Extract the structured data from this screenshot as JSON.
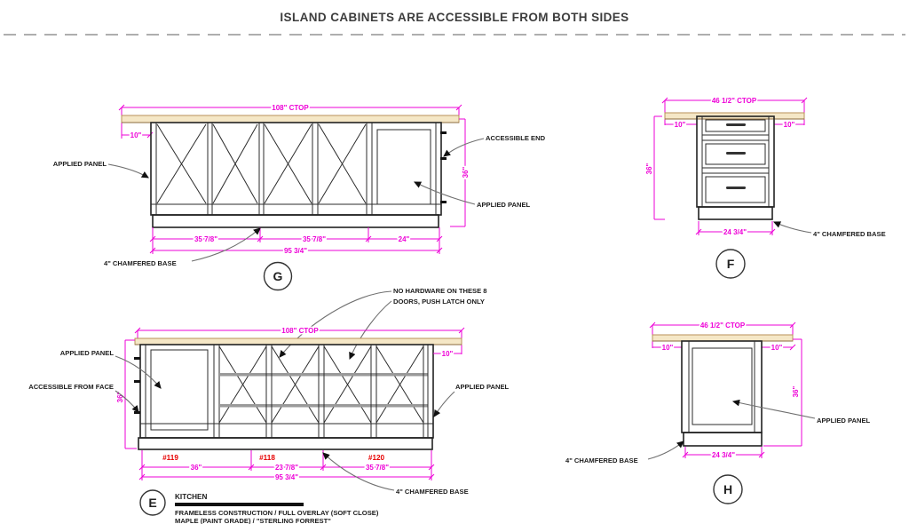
{
  "title": "ISLAND CABINETS ARE ACCESSIBLE FROM BOTH SIDES",
  "colors": {
    "dimension": "#ee00d7",
    "cabinet_number_red": "#e60000",
    "countertop_fill": "#f5e7c6",
    "countertop_edge": "#b9905a",
    "drawing_line": "#2b2b2b",
    "leader_gray": "#6f6f6f"
  },
  "g": {
    "tag": "G",
    "ctop": "108\" CTOP",
    "overhang": "10\"",
    "height": "36\"",
    "dims": [
      "35 7/8\"",
      "35 7/8\"",
      "24\""
    ],
    "total": "95 3/4\"",
    "applied_panel_left": "APPLIED PANEL",
    "accessible_end": "ACCESSIBLE END",
    "applied_panel_right": "APPLIED PANEL",
    "base": "4\" CHAMFERED BASE"
  },
  "f": {
    "tag": "F",
    "ctop": "46 1/2\" CTOP",
    "overhang_left": "10\"",
    "overhang_right": "10\"",
    "height": "36\"",
    "width": "24 3/4\"",
    "base": "4\" CHAMFERED BASE"
  },
  "e": {
    "tag": "E",
    "note_line1": "NO HARDWARE ON THESE 8",
    "note_line2": "DOORS, PUSH LATCH ONLY",
    "ctop": "108\" CTOP",
    "overhang_right": "10\"",
    "height": "36\"",
    "applied_panel_left": "APPLIED PANEL",
    "accessible_from_face": "ACCESSIBLE FROM FACE",
    "applied_panel_right": "APPLIED PANEL",
    "numbers": [
      "#119",
      "#118",
      "#120"
    ],
    "dims": [
      "36\"",
      "23 7/8\"",
      "35 7/8\""
    ],
    "total": "95 3/4\"",
    "base": "4\" CHAMFERED BASE"
  },
  "h": {
    "tag": "H",
    "ctop": "46 1/2\" CTOP",
    "overhang_left": "10\"",
    "overhang_right": "10\"",
    "height": "36\"",
    "width": "24 3/4\"",
    "applied_panel": "APPLIED PANEL",
    "base": "4\" CHAMFERED BASE"
  },
  "footer": {
    "room": "KITCHEN",
    "spec1": "FRAMELESS CONSTRUCTION / FULL OVERLAY (SOFT CLOSE)",
    "spec2": "MAPLE (PAINT GRADE) / \"STERLING FORREST\""
  }
}
